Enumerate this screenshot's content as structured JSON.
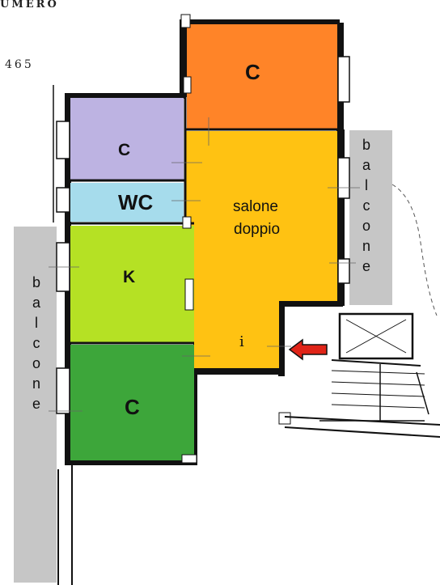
{
  "header": {
    "partial_title": "UMERO",
    "partial_number": "465"
  },
  "rooms": {
    "bedroom_top": {
      "label": "C",
      "color": "#FF8428"
    },
    "bedroom_left": {
      "label": "C",
      "color": "#BDB3E2"
    },
    "bathroom": {
      "label": "WC",
      "color": "#A6DCEC"
    },
    "living": {
      "label_line1": "salone",
      "label_line2": "doppio",
      "color": "#FFC212"
    },
    "kitchen": {
      "label": "K",
      "color": "#B5E124"
    },
    "bedroom_bottom": {
      "label": "C",
      "color": "#3DA63A"
    }
  },
  "entrance": {
    "label": "i",
    "arrow_color": "#E02418"
  },
  "balconies": {
    "left": {
      "letters": [
        "b",
        "a",
        "l",
        "c",
        "o",
        "n",
        "e"
      ],
      "color": "#C6C6C6"
    },
    "right": {
      "letters": [
        "b",
        "a",
        "l",
        "c",
        "o",
        "n",
        "e"
      ],
      "color": "#C6C6C6"
    }
  }
}
